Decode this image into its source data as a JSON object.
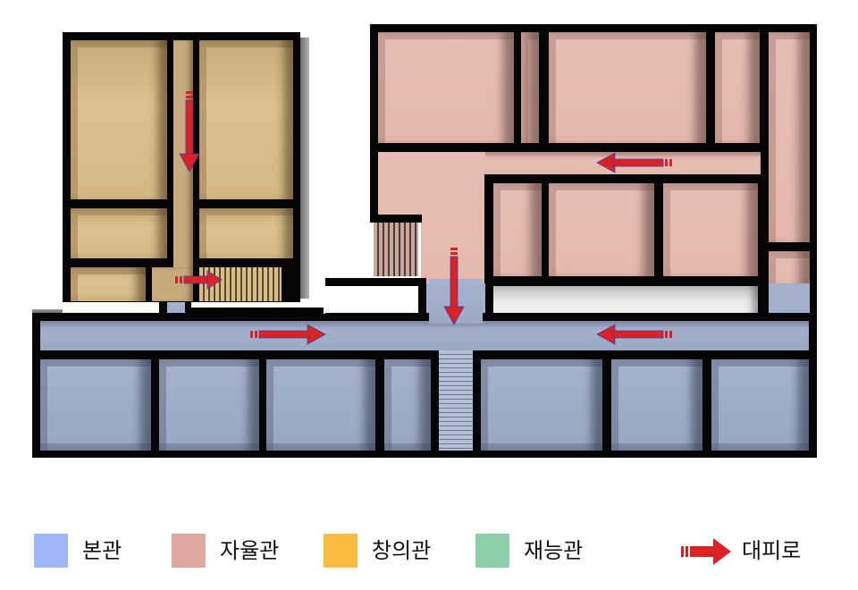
{
  "diagram": {
    "type": "floor-plan-evacuation-route",
    "buildings": [
      {
        "id": "main",
        "name": "본관",
        "color": "#9fb7f7"
      },
      {
        "id": "autonomy",
        "name": "자율관",
        "color": "#dea89f"
      },
      {
        "id": "creativity",
        "name": "창의관",
        "color": "#fdbc3f"
      },
      {
        "id": "talent",
        "name": "재능관",
        "color": "#8ccfa6"
      }
    ],
    "evacuation_arrows": [
      {
        "location": "창의관 central corridor",
        "direction": "down"
      },
      {
        "location": "창의관 lower corridor",
        "direction": "right"
      },
      {
        "location": "본관 corridor left",
        "direction": "right"
      },
      {
        "location": "자율관 center",
        "direction": "down"
      },
      {
        "location": "자율관 upper corridor",
        "direction": "left"
      },
      {
        "location": "본관 corridor right",
        "direction": "left"
      }
    ]
  },
  "legend": {
    "items": [
      {
        "label": "본관",
        "color": "#9fb7f7"
      },
      {
        "label": "자율관",
        "color": "#dea89f"
      },
      {
        "label": "창의관",
        "color": "#fdbc3f"
      },
      {
        "label": "재능관",
        "color": "#8ccfa6"
      }
    ],
    "route": {
      "label": "대피로",
      "color": "#dd2222",
      "icon": "evacuation-arrow-icon"
    }
  }
}
